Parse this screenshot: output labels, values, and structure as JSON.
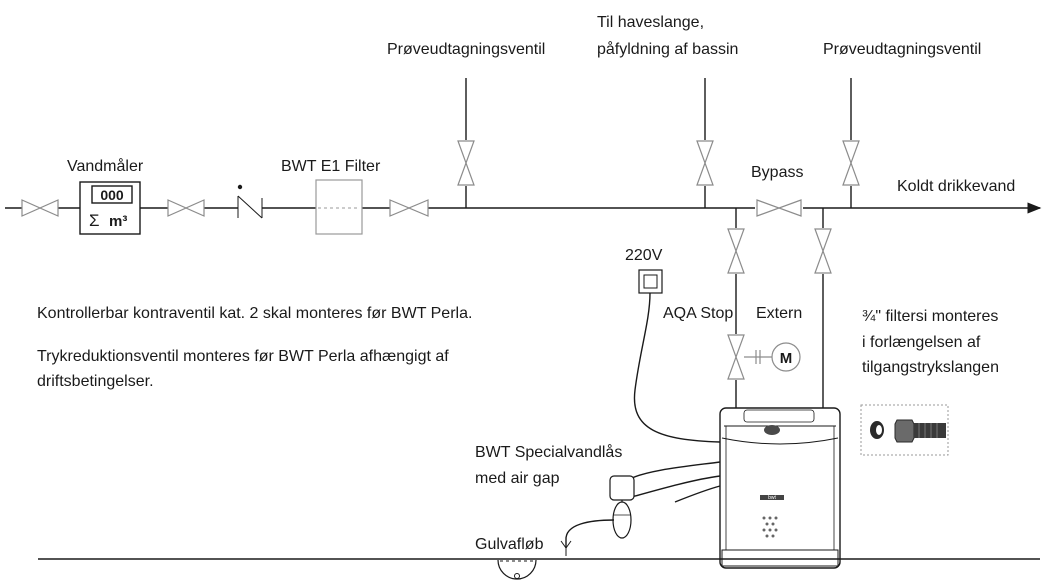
{
  "labels": {
    "sample_valve_left": "Prøveudtagningsventil",
    "sample_valve_right": "Prøveudtagningsventil",
    "hose_line1": "Til haveslange,",
    "hose_line2": "påfyldning af bassin",
    "water_meter": "Vandmåler",
    "filter": "BWT E1 Filter",
    "bypass": "Bypass",
    "cold_water": "Koldt drikkevand",
    "voltage": "220V",
    "aqa_stop": "AQA Stop",
    "aqa_extern": "Extern",
    "meter_digits": "000",
    "meter_unit": "m³",
    "meter_sigma": "Σ",
    "note_1": "Kontrollerbar kontraventil kat. 2 skal monteres før BWT Perla.",
    "note_2_line1": "Trykreduktionsventil monteres før BWT Perla afhængigt af",
    "note_2_line2": "driftsbetingelser.",
    "strainer_line1": "¾\" filtersi monteres",
    "strainer_line2": "i forlængelsen af",
    "strainer_line3": "tilgangstrykslangen",
    "special_trap_line1": "BWT Specialvandlås",
    "special_trap_line2": "med air gap",
    "floor_drain": "Gulvafløb",
    "motor_symbol": "M",
    "softener_logo": "bwt"
  }
}
